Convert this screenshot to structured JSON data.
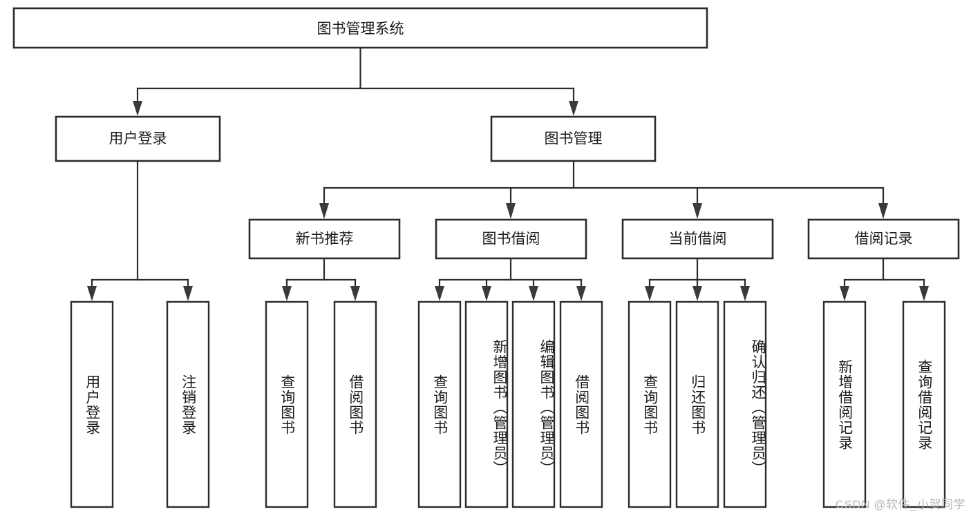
{
  "diagram": {
    "title": "图书管理系统",
    "type": "hierarchy-tree",
    "orientation": "top-down",
    "colors": {
      "box_stroke": "#2b2b2b",
      "box_fill": "#ffffff",
      "connector": "#2b2b2b",
      "arrow": "#3a3a3a",
      "text": "#1c1c1c",
      "watermark": "#b8b8b8",
      "background": "#ffffff"
    },
    "root": {
      "label": "图书管理系统",
      "level": 0
    },
    "level1": [
      {
        "label": "用户登录",
        "level": 1
      },
      {
        "label": "图书管理",
        "level": 1
      }
    ],
    "level2": [
      {
        "label": "新书推荐",
        "parent": "图书管理"
      },
      {
        "label": "图书借阅",
        "parent": "图书管理"
      },
      {
        "label": "当前借阅",
        "parent": "图书管理"
      },
      {
        "label": "借阅记录",
        "parent": "图书管理"
      }
    ],
    "leaves": {
      "user_login": [
        {
          "label": "用户登录"
        },
        {
          "label": "注销登录"
        }
      ],
      "new_book_recommend": [
        {
          "label": "查询图书"
        },
        {
          "label": "借阅图书"
        }
      ],
      "book_borrow": [
        {
          "label": "查询图书"
        },
        {
          "label": "新增图书（管理员）"
        },
        {
          "label": "编辑图书（管理员）"
        },
        {
          "label": "借阅图书"
        }
      ],
      "current_borrow": [
        {
          "label": "查询图书"
        },
        {
          "label": "归还图书"
        },
        {
          "label": "确认归还（管理员）"
        }
      ],
      "borrow_record": [
        {
          "label": "新增借阅记录"
        },
        {
          "label": "查询借阅记录"
        }
      ]
    }
  },
  "watermark": {
    "text": "CSDN @软件_小贺同学"
  }
}
